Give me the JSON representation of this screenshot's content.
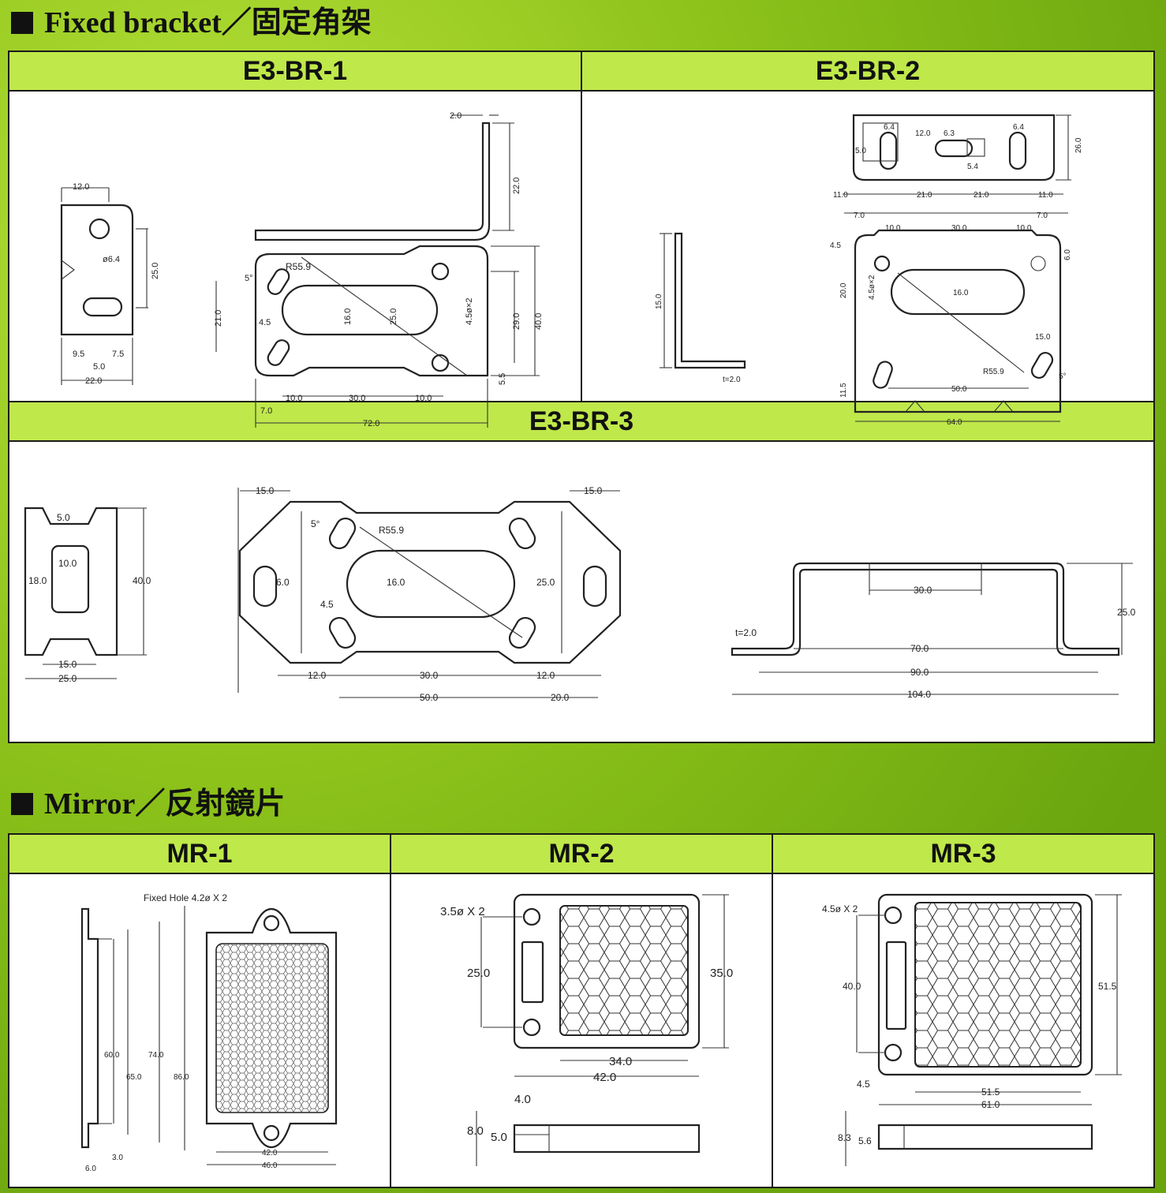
{
  "sections": {
    "bracket_title": "Fixed  bracket／固定角架",
    "mirror_title": "Mirror／反射鏡片"
  },
  "brackets": {
    "br1": {
      "name": "E3-BR-1",
      "dims": {
        "d12": "12.0",
        "d25": "25.0",
        "d64": "ø6.4",
        "d95": "9.5",
        "d75": "7.5",
        "d5": "5.0",
        "d22": "22.0",
        "t2": "2.0",
        "h22": "22.0",
        "r": "R55.9",
        "deg": "5°",
        "d21": "21.0",
        "d45": "4.5",
        "d16": "16.0",
        "d25b": "25.0",
        "holes": "4.5ø×2",
        "d29": "29.0",
        "d40": "40.0",
        "d55": "5.5",
        "a10": "10.0",
        "a30": "30.0",
        "b10": "10.0",
        "a7": "7.0",
        "a72": "72.0"
      }
    },
    "br2": {
      "name": "E3-BR-2",
      "dims": {
        "t64a": "6.4",
        "t12": "12.0",
        "t63": "6.3",
        "t64b": "6.4",
        "t50": "5.0",
        "t54": "5.4",
        "t26": "26.0",
        "b11": "11.0",
        "b21a": "21.0",
        "b21b": "21.0",
        "b11b": "11.0",
        "s7a": "7.0",
        "s7b": "7.0",
        "m10": "10.0",
        "m30": "30.0",
        "m10b": "10.0",
        "m45": "4.5",
        "m60": "6.0",
        "holes": "4.5ø×2",
        "m15": "15.0",
        "m20": "20.0",
        "m16": "16.0",
        "r": "R55.9",
        "deg": "5°",
        "m50": "50.0",
        "m115": "11.5",
        "m64": "64.0",
        "side": "15.0",
        "t": "t=2.0"
      }
    },
    "br3": {
      "name": "E3-BR-3",
      "dims": {
        "l5": "5.0",
        "l10": "10.0",
        "l18": "18.0",
        "l40": "40.0",
        "l15": "15.0",
        "l25": "25.0",
        "p15a": "15.0",
        "p15b": "15.0",
        "deg": "5°",
        "r": "R55.9",
        "p6": "6.0",
        "p16": "16.0",
        "p25": "25.0",
        "p45": "4.5",
        "p12a": "12.0",
        "p30": "30.0",
        "p12b": "12.0",
        "p50": "50.0",
        "p20": "20.0",
        "s30": "30.0",
        "s25": "25.0",
        "st": "t=2.0",
        "s70": "70.0",
        "s90": "90.0",
        "s104": "104.0"
      }
    }
  },
  "mirrors": {
    "mr1": {
      "name": "MR-1",
      "dims": {
        "hole": "Fixed Hole 4.2ø X 2",
        "d60": "60.0",
        "d74": "74.0",
        "d65": "65.0",
        "d86": "86.0",
        "d3": "3.0",
        "d6": "6.0",
        "d42": "42.0",
        "d46": "46.0"
      }
    },
    "mr2": {
      "name": "MR-2",
      "dims": {
        "hole": "3.5ø X 2",
        "d25": "25.0",
        "d35": "35.0",
        "d34": "34.0",
        "d42": "42.0",
        "d4": "4.0",
        "d8": "8.0",
        "d5": "5.0"
      }
    },
    "mr3": {
      "name": "MR-3",
      "dims": {
        "hole": "4.5ø X 2",
        "d40": "40.0",
        "d515a": "51.5",
        "d45": "4.5",
        "d515b": "51.5",
        "d61": "61.0",
        "d83": "8.3",
        "d56": "5.6"
      }
    }
  },
  "colors": {
    "background": "#8cc21a",
    "header": "#bfe84a",
    "panel": "#ffffff",
    "line": "#222222"
  }
}
